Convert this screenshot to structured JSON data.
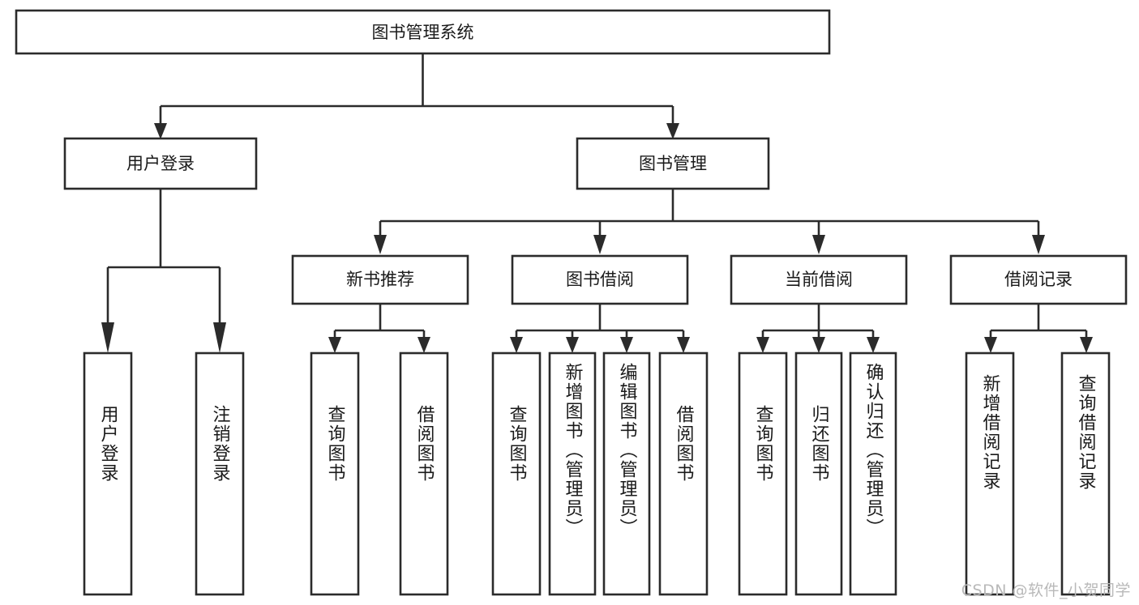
{
  "diagram": {
    "title": "图书管理系统",
    "type": "tree",
    "watermark": "CSDN @软件_小贺同学",
    "colors": {
      "stroke": "#2b2b2b",
      "fill": "#ffffff",
      "text": "#1a1a1a",
      "watermark": "#b9b9b9"
    },
    "levels": {
      "root": {
        "label": "图书管理系统"
      },
      "level2": [
        {
          "label": "用户登录"
        },
        {
          "label": "图书管理"
        }
      ],
      "level3": [
        {
          "label": "新书推荐"
        },
        {
          "label": "图书借阅"
        },
        {
          "label": "当前借阅"
        },
        {
          "label": "借阅记录"
        }
      ]
    },
    "leaves": {
      "user_login": [
        {
          "label": "用户登录"
        },
        {
          "label": "注销登录"
        }
      ],
      "new_book_recommend": [
        {
          "label": "查询图书"
        },
        {
          "label": "借阅图书"
        }
      ],
      "book_borrow": [
        {
          "label": "查询图书"
        },
        {
          "label": "新增图书（管理员）"
        },
        {
          "label": "编辑图书（管理员）"
        },
        {
          "label": "借阅图书"
        }
      ],
      "current_borrow": [
        {
          "label": "查询图书"
        },
        {
          "label": "归还图书"
        },
        {
          "label": "确认归还（管理员）"
        }
      ],
      "borrow_record": [
        {
          "label": "新增借阅记录"
        },
        {
          "label": "查询借阅记录"
        }
      ]
    }
  }
}
